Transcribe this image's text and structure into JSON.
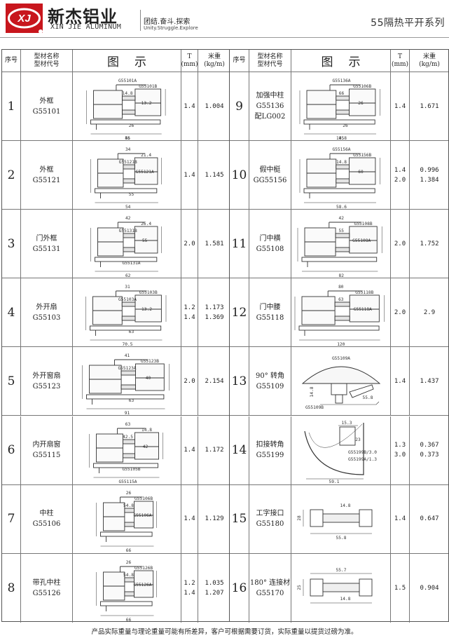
{
  "brand": {
    "logo_mark": "XJ",
    "name_cn": "新杰铝业",
    "name_en": "XIN JIE ALUMINUM",
    "slogan_cn": "团结.奋斗.探索",
    "slogan_en": "Unity.Struggle.Explore"
  },
  "series_title": "55隔热平开系列",
  "columns": {
    "seq": "序号",
    "name": "型材名称型材代号",
    "figure": "图示",
    "t": "T",
    "t_unit": "(mm)",
    "weight": "米重",
    "weight_unit": "(kg/m)"
  },
  "rows": [
    {
      "seq": "1",
      "name": "外框",
      "code": "G55101",
      "t": "1.4",
      "w": "1.004",
      "labels": [
        "G55101A",
        "G55101B",
        "14.8",
        "13.2",
        "26",
        "46",
        "55"
      ]
    },
    {
      "seq": "2",
      "name": "外框",
      "code": "G55121",
      "t": "1.4",
      "w": "1.145",
      "labels": [
        "34",
        "21.4",
        "G55121B",
        "G55121A",
        "55",
        "54"
      ]
    },
    {
      "seq": "3",
      "name": "门外框",
      "code": "G55131",
      "t": "2.0",
      "w": "1.581",
      "labels": [
        "42",
        "26.4",
        "G55131B",
        "55",
        "G55131A",
        "62"
      ]
    },
    {
      "seq": "4",
      "name": "外开扇",
      "code": "G55103",
      "t": "1.2\n1.4",
      "w": "1.173\n1.369",
      "labels": [
        "31",
        "G55103B",
        "G55103A",
        "13.2",
        "63",
        "70.5"
      ]
    },
    {
      "seq": "5",
      "name": "外开窗扇",
      "code": "G55123",
      "t": "2.0",
      "w": "2.154",
      "labels": [
        "41",
        "G55123B",
        "G55123A",
        "40",
        "63",
        "91"
      ]
    },
    {
      "seq": "6",
      "name": "内开扇窗",
      "code": "G55115",
      "t": "1.4",
      "w": "1.172",
      "labels": [
        "63",
        "14.8",
        "42.5",
        "42",
        "G55105B",
        "G55115A"
      ]
    },
    {
      "seq": "7",
      "name": "中柱",
      "code": "G55106",
      "t": "1.4",
      "w": "1.129",
      "labels": [
        "26",
        "G55106B",
        "54.8",
        "G55106A",
        "66"
      ]
    },
    {
      "seq": "8",
      "name": "带孔中柱",
      "code": "G55126",
      "t": "1.2\n1.4",
      "w": "1.035\n1.207",
      "labels": [
        "26",
        "G55126B",
        "54.8",
        "G55126A",
        "66"
      ]
    },
    {
      "seq": "9",
      "name": "加强中柱",
      "code": "G55136",
      "extra": "配LG002",
      "t": "1.4",
      "w": "1.671",
      "labels": [
        "G55136A",
        "G55106B",
        "66",
        "26",
        "26",
        "14.8",
        "85"
      ]
    },
    {
      "seq": "10",
      "name": "假中梃",
      "code": "GG55156",
      "t": "1.4\n2.0",
      "w": "0.996\n1.384",
      "labels": [
        "G55156A",
        "G55156B",
        "14.8",
        "60",
        "58.6"
      ]
    },
    {
      "seq": "11",
      "name": "门中横",
      "code": "G55108",
      "t": "2.0",
      "w": "1.752",
      "labels": [
        "42",
        "G55108B",
        "55",
        "G55108A",
        "82"
      ]
    },
    {
      "seq": "12",
      "name": "门中腰",
      "code": "G55118",
      "t": "2.0",
      "w": "2.9",
      "labels": [
        "80",
        "G55118B",
        "63",
        "G55118A",
        "120"
      ]
    },
    {
      "seq": "13",
      "name": "90° 转角",
      "code": "G55109",
      "t": "1.4",
      "w": "1.437",
      "labels": [
        "G55109A",
        "14.8",
        "55.8",
        "G55109B"
      ]
    },
    {
      "seq": "14",
      "name": "扣接转角",
      "code": "G55199",
      "t": "1.3\n3.0",
      "w": "0.367\n0.373",
      "labels": [
        "15.3",
        "23",
        "G55199B/3.0",
        "G55199A/1.3",
        "59.1"
      ]
    },
    {
      "seq": "15",
      "name": "工字接口",
      "code": "G55180",
      "t": "1.4",
      "w": "0.647",
      "labels": [
        "14.8",
        "28",
        "55.8"
      ]
    },
    {
      "seq": "16",
      "name": "180° 连接材",
      "code": "G55170",
      "t": "1.5",
      "w": "0.904",
      "labels": [
        "55.7",
        "25",
        "14.8"
      ]
    }
  ],
  "footer_note": "产品实际重量与理论重量可能有所差异，客户可根据需要订货，实际重量以提货过磅为准。"
}
